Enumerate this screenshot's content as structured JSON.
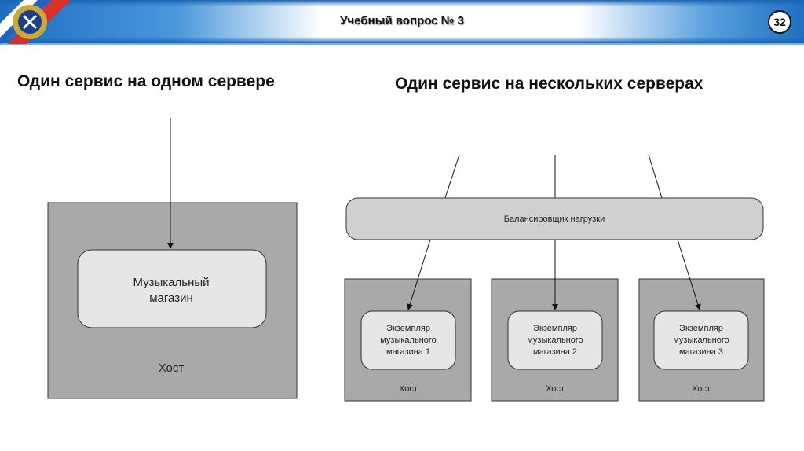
{
  "header": {
    "title": "Учебный вопрос № 3",
    "page_number": "32"
  },
  "left": {
    "heading": "Один сервис на одном сервере",
    "service_lines": [
      "Музыкальный",
      "магазин"
    ],
    "host_label": "Хост"
  },
  "right": {
    "heading": "Один сервис на нескольких серверах",
    "balancer_label": "Балансировщик нагрузки",
    "hosts": [
      {
        "lines": [
          "Экземпляр",
          "музыкального",
          "магазина 1"
        ],
        "host_label": "Хост"
      },
      {
        "lines": [
          "Экземпляр",
          "музыкального",
          "магазина 2"
        ],
        "host_label": "Хост"
      },
      {
        "lines": [
          "Экземпляр",
          "музыкального",
          "магазина 3"
        ],
        "host_label": "Хост"
      }
    ]
  }
}
